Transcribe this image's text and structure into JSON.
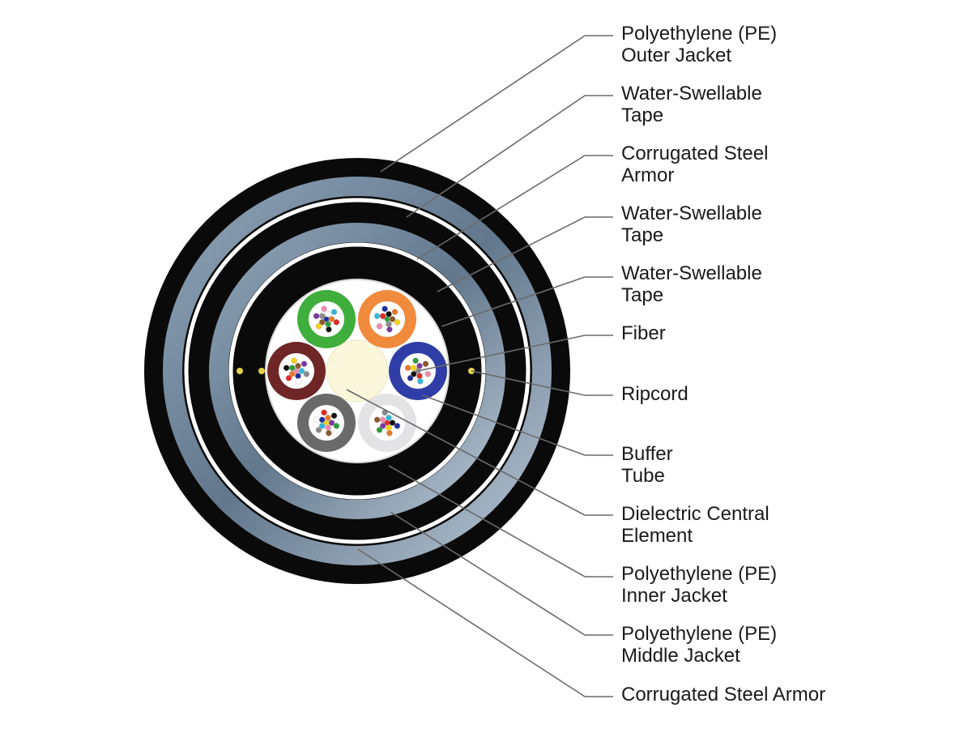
{
  "labels": [
    {
      "line1": "Polyethylene (PE)",
      "line2": "Outer Jacket"
    },
    {
      "line1": "Water-Swellable",
      "line2": "Tape"
    },
    {
      "line1": "Corrugated Steel",
      "line2": "Armor"
    },
    {
      "line1": "Water-Swellable",
      "line2": "Tape"
    },
    {
      "line1": "Water-Swellable",
      "line2": "Tape"
    },
    {
      "line1": "Fiber",
      "line2": ""
    },
    {
      "line1": "Ripcord",
      "line2": ""
    },
    {
      "line1": "Buffer",
      "line2": "Tube"
    },
    {
      "line1": "Dielectric Central",
      "line2": "Element"
    },
    {
      "line1": "Polyethylene (PE)",
      "line2": "Inner Jacket"
    },
    {
      "line1": "Polyethylene (PE)",
      "line2": "Middle Jacket"
    },
    {
      "line1": "Corrugated Steel Armor",
      "line2": ""
    }
  ],
  "colors": {
    "jacket": "#0a0a0a",
    "armor": "#6f8499",
    "armor_light": "#a9b8c6",
    "tape": "#ffffff",
    "core_fill": "#ffffff",
    "central_element": "#fbf7da",
    "leader": "#6a6a6a",
    "buffer_tubes": [
      "#3fae3c",
      "#f08a3c",
      "#2f3ea6",
      "#d7d7da",
      "#6a6a6a",
      "#6f2626"
    ],
    "fibers": [
      "#1f2f9c",
      "#e9772a",
      "#2c9c3a",
      "#8a5a2a",
      "#8a8a8a",
      "#ffffff",
      "#e02828",
      "#111111",
      "#f2d21a",
      "#7a3aa0",
      "#f08ab0",
      "#35b8d8"
    ]
  }
}
